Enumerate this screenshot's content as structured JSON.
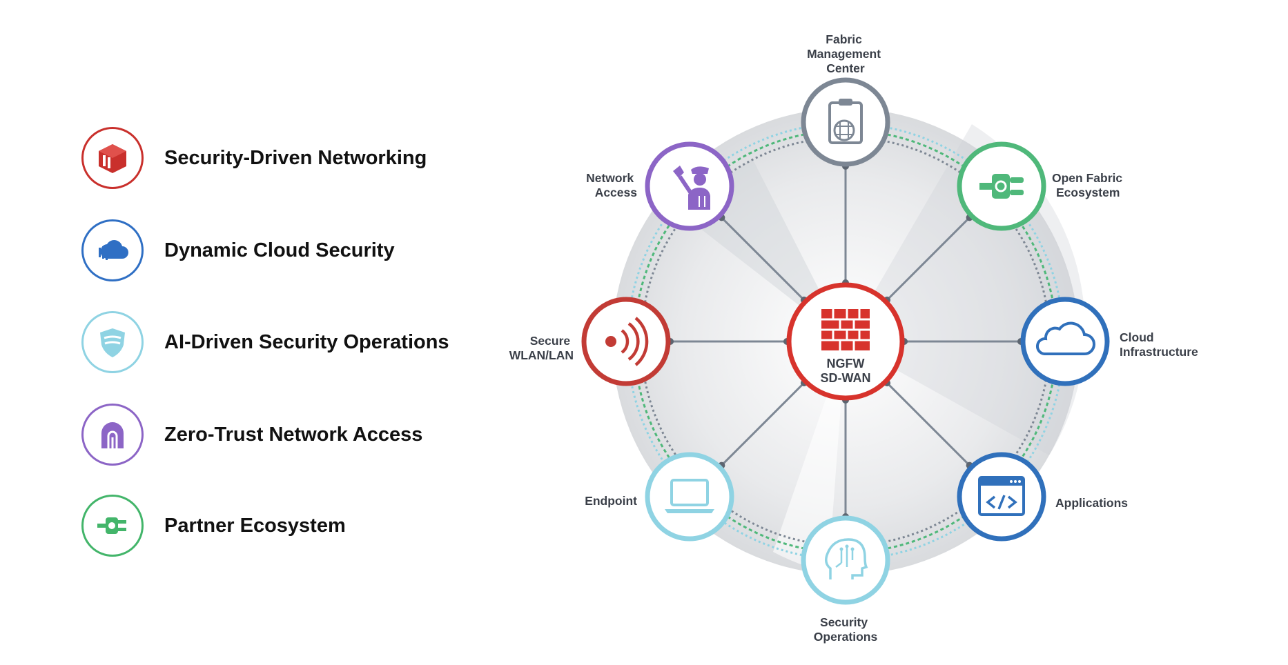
{
  "legend": [
    {
      "label": "Security-Driven Networking",
      "color": "#c9302c",
      "icon": "cube-icon"
    },
    {
      "label": "Dynamic Cloud Security",
      "color": "#2f6fc4",
      "icon": "cloud-icon"
    },
    {
      "label": "AI-Driven Security Operations",
      "color": "#8fd3e3",
      "icon": "shield-icon"
    },
    {
      "label": "Zero-Trust Network Access",
      "color": "#8c65c6",
      "icon": "fingerprint-icon"
    },
    {
      "label": "Partner Ecosystem",
      "color": "#43b56a",
      "icon": "plug-icon"
    }
  ],
  "hub": {
    "line1": "NGFW",
    "line2": "SD-WAN",
    "color": "#d7332c",
    "icon": "firewall-icon"
  },
  "nodes": [
    {
      "label": [
        "Fabric",
        "Management",
        "Center"
      ],
      "color": "#7d8794",
      "icon": "clipboard-icon"
    },
    {
      "label": [
        "Open Fabric",
        "Ecosystem"
      ],
      "color": "#4fb87a",
      "icon": "plug-icon"
    },
    {
      "label": [
        "Cloud",
        "Infrastructure"
      ],
      "color": "#3070bb",
      "icon": "cloud-icon"
    },
    {
      "label": [
        "Applications"
      ],
      "color": "#3070bb",
      "icon": "code-window-icon"
    },
    {
      "label": [
        "Security",
        "Operations"
      ],
      "color": "#8fd3e3",
      "icon": "ai-head-icon"
    },
    {
      "label": [
        "Endpoint"
      ],
      "color": "#8fd3e3",
      "icon": "laptop-icon"
    },
    {
      "label": [
        "Secure",
        "WLAN/LAN"
      ],
      "color": "#c23b35",
      "icon": "wireless-icon"
    },
    {
      "label": [
        "Network",
        "Access"
      ],
      "color": "#8c65c6",
      "icon": "guard-icon"
    }
  ]
}
